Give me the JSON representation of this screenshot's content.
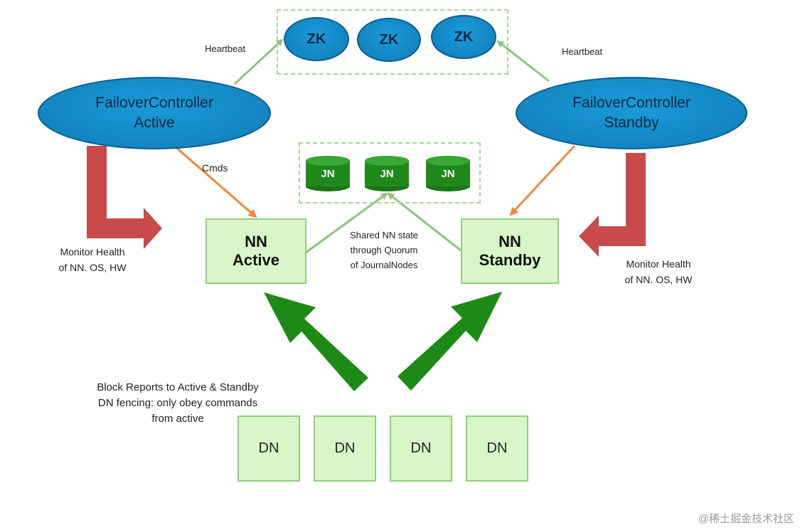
{
  "zookeeper": {
    "nodes": [
      {
        "label": "ZK"
      },
      {
        "label": "ZK"
      },
      {
        "label": "ZK"
      }
    ]
  },
  "failover_controllers": {
    "active": {
      "line1": "FailoverController",
      "line2": "Active"
    },
    "standby": {
      "line1": "FailoverController",
      "line2": "Standby"
    }
  },
  "edge_labels": {
    "heartbeat_left": "Heartbeat",
    "heartbeat_right": "Heartbeat",
    "cmds": "Cmds",
    "monitor_left": {
      "line1": "Monitor Health",
      "line2": "of NN. OS, HW"
    },
    "monitor_right": {
      "line1": "Monitor Health",
      "line2": "of NN. OS, HW"
    },
    "shared_state": {
      "line1": "Shared NN state",
      "line2": "through Quorum",
      "line3": "of JournalNodes"
    },
    "block_reports": {
      "line1": "Block Reports to Active & Standby",
      "line2": "DN fencing: only obey commands",
      "line3": "from active"
    }
  },
  "journal_nodes": [
    {
      "label": "JN"
    },
    {
      "label": "JN"
    },
    {
      "label": "JN"
    }
  ],
  "namenodes": {
    "active": {
      "line1": "NN",
      "line2": "Active"
    },
    "standby": {
      "line1": "NN",
      "line2": "Standby"
    }
  },
  "datanodes": [
    {
      "label": "DN"
    },
    {
      "label": "DN"
    },
    {
      "label": "DN"
    },
    {
      "label": "DN"
    }
  ],
  "watermark": "@稀土掘金技术社区",
  "colors": {
    "ellipse_blue": "#1385c2",
    "box_green_fill": "#d9f6c9",
    "arrow_green_light": "#8cc47a",
    "arrow_green_dark": "#1e8a16",
    "arrow_orange": "#f0883a",
    "arrow_red": "#c84a4a",
    "jn_green": "#1f8a1b"
  }
}
